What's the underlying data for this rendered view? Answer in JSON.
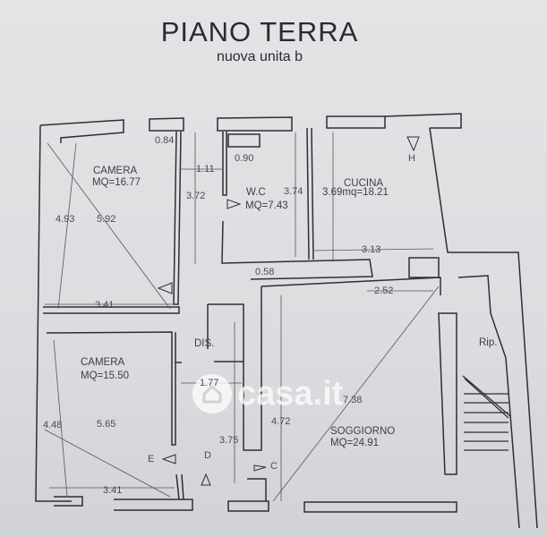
{
  "title": "PIANO TERRA",
  "subtitle": "nuova unita b",
  "watermark": "casa.it",
  "rooms": {
    "camera1": {
      "name": "CAMERA",
      "area": "MQ=16.77"
    },
    "wc": {
      "name": "W.C",
      "area": "MQ=7.43"
    },
    "cucina": {
      "name": "CUCINA",
      "area": "3.69mq=18.21"
    },
    "dis": {
      "name": "DIS."
    },
    "camera2": {
      "name": "CAMERA",
      "area": "MQ=15.50"
    },
    "soggiorno": {
      "name": "SOGGIORNO",
      "area": "MQ=24.91"
    },
    "rip": {
      "name": "Rip."
    }
  },
  "dimensions": {
    "d084": "0.84",
    "d111": "1.11",
    "d372": "3.72",
    "d090": "0.90",
    "d374": "3.74",
    "d313": "3.13",
    "d058": "0.58",
    "d252": "2.52",
    "d493": "4.93",
    "d592": "5.92",
    "d341a": "3.41",
    "d177": "1.77",
    "d448": "4.48",
    "d565": "5.65",
    "d341b": "3.41",
    "d375": "3.75",
    "d472": "4.72",
    "d738": "7.38"
  },
  "markers": {
    "e": "E",
    "d": "D",
    "c": "C",
    "h": "H"
  }
}
